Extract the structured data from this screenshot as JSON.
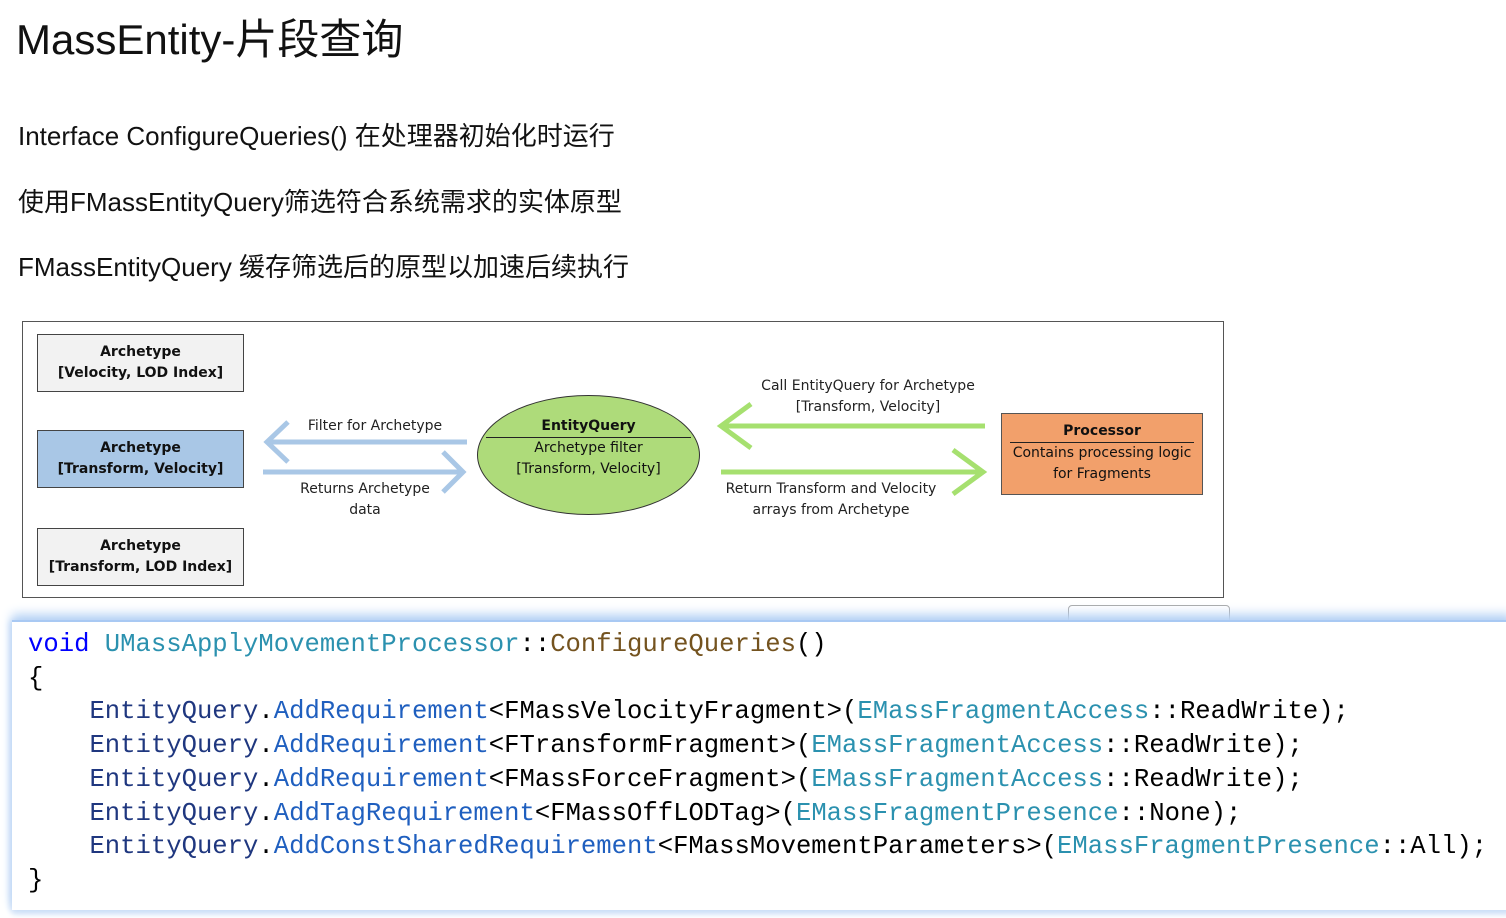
{
  "title": "MassEntity-片段查询",
  "bullets": [
    "Interface ConfigureQueries() 在处理器初始化时运行",
    "使用FMassEntityQuery筛选符合系统需求的实体原型",
    "FMassEntityQuery 缓存筛选后的原型以加速后续执行"
  ],
  "diagram": {
    "archetypes": [
      {
        "name": "Archetype",
        "fragments": "[Velocity, LOD Index]"
      },
      {
        "name": "Archetype",
        "fragments": "[Transform, Velocity]"
      },
      {
        "name": "Archetype",
        "fragments": "[Transform, LOD Index]"
      }
    ],
    "filter_label": "Filter for Archetype",
    "returns_label_1": "Returns Archetype",
    "returns_label_2": "data",
    "entity_query": {
      "title": "EntityQuery",
      "line1": "Archetype filter",
      "line2": "[Transform, Velocity]"
    },
    "call_label_1": "Call EntityQuery for Archetype",
    "call_label_2": "[Transform, Velocity]",
    "return_label_1": "Return Transform and Velocity",
    "return_label_2": "arrays from Archetype",
    "processor": {
      "title": "Processor",
      "line1": "Contains processing logic",
      "line2": "for Fragments"
    },
    "colors": {
      "selected_archetype": "#a9c7e6",
      "entity_query": "#aedb7a",
      "processor": "#f2a06b",
      "arrow": "#a9c7e6",
      "green_arrow": "#a6e06f"
    }
  },
  "code": {
    "l0": [
      "void",
      " ",
      "UMassApplyMovementProcessor",
      "::",
      "ConfigureQueries",
      "()"
    ],
    "open": "{",
    "close": "}",
    "lines": [
      [
        "EntityQuery",
        ".",
        "AddRequirement",
        "<FMassVelocityFragment>(",
        "EMassFragmentAccess",
        "::ReadWrite);"
      ],
      [
        "EntityQuery",
        ".",
        "AddRequirement",
        "<FTransformFragment>(",
        "EMassFragmentAccess",
        "::ReadWrite);"
      ],
      [
        "EntityQuery",
        ".",
        "AddRequirement",
        "<FMassForceFragment>(",
        "EMassFragmentAccess",
        "::ReadWrite);"
      ],
      [
        "EntityQuery",
        ".",
        "AddTagRequirement",
        "<FMassOffLODTag>(",
        "EMassFragmentPresence",
        "::None);"
      ],
      [
        "EntityQuery",
        ".",
        "AddConstSharedRequirement",
        "<FMassMovementParameters>(",
        "EMassFragmentPresence",
        "::All);"
      ]
    ]
  }
}
